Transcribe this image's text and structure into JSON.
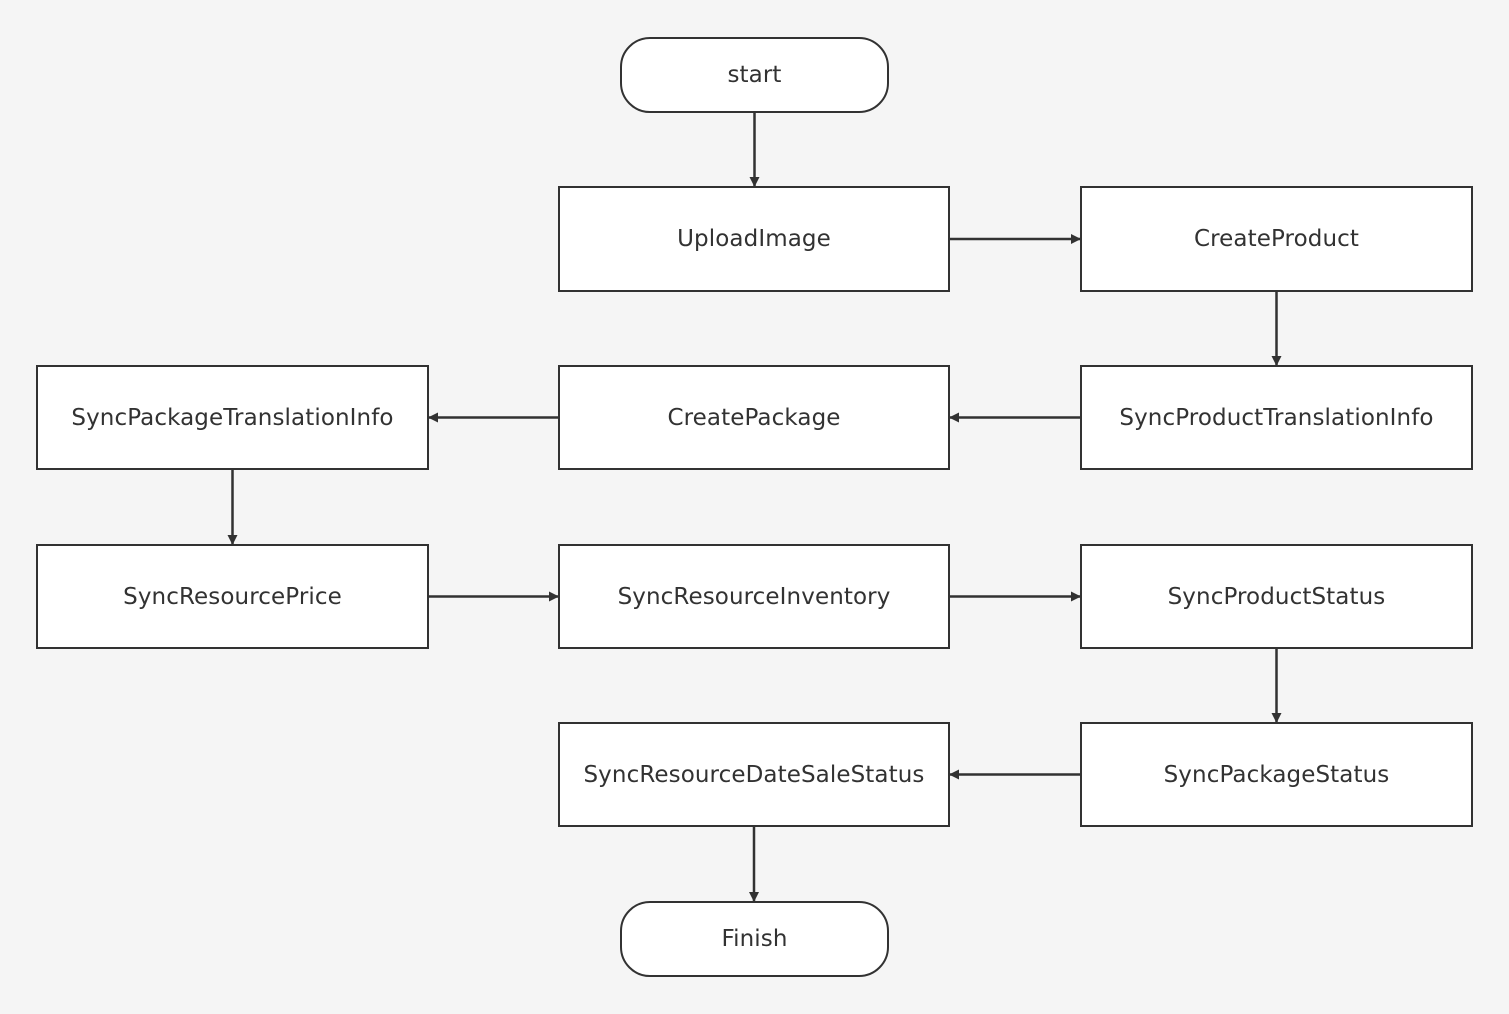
{
  "diagram": {
    "nodes": {
      "start": "start",
      "upload_image": "UploadImage",
      "create_product": "CreateProduct",
      "sync_product_translation_info": "SyncProductTranslationInfo",
      "create_package": "CreatePackage",
      "sync_package_translation_info": "SyncPackageTranslationInfo",
      "sync_resource_price": "SyncResourcePrice",
      "sync_resource_inventory": "SyncResourceInventory",
      "sync_product_status": "SyncProductStatus",
      "sync_package_status": "SyncPackageStatus",
      "sync_resource_date_sale_status": "SyncResourceDateSaleStatus",
      "finish": "Finish"
    },
    "edges": [
      {
        "from": "start",
        "to": "upload_image"
      },
      {
        "from": "upload_image",
        "to": "create_product"
      },
      {
        "from": "create_product",
        "to": "sync_product_translation_info"
      },
      {
        "from": "sync_product_translation_info",
        "to": "create_package"
      },
      {
        "from": "create_package",
        "to": "sync_package_translation_info"
      },
      {
        "from": "sync_package_translation_info",
        "to": "sync_resource_price"
      },
      {
        "from": "sync_resource_price",
        "to": "sync_resource_inventory"
      },
      {
        "from": "sync_resource_inventory",
        "to": "sync_product_status"
      },
      {
        "from": "sync_product_status",
        "to": "sync_package_status"
      },
      {
        "from": "sync_package_status",
        "to": "sync_resource_date_sale_status"
      },
      {
        "from": "sync_resource_date_sale_status",
        "to": "finish"
      }
    ],
    "colors": {
      "background": "#f5f5f5",
      "node_fill": "#ffffff",
      "stroke": "#323232",
      "text": "#323232"
    }
  }
}
